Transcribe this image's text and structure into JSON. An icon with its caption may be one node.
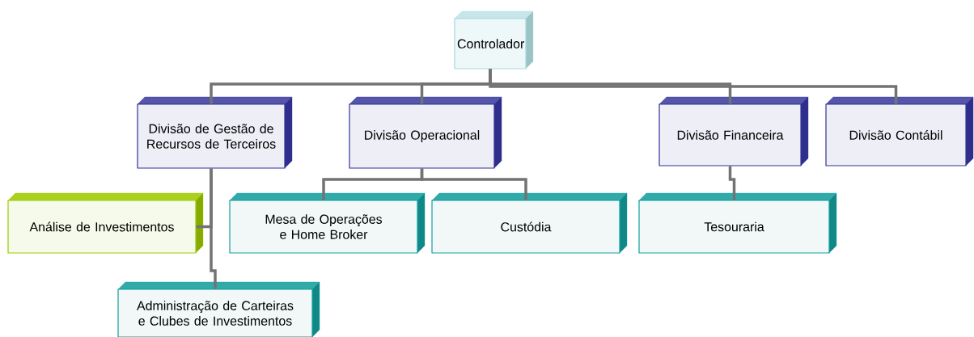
{
  "diagram": {
    "nodes": [
      {
        "text": [
          "Controlador"
        ]
      },
      {
        "text": [
          "Divisão de Gestão de Recursos de Terceiros"
        ]
      },
      {
        "text": [
          "Divisão Operacional"
        ]
      },
      {
        "text": [
          "Divisão Financeira"
        ]
      },
      {
        "text": [
          "Divisão Contábil"
        ]
      },
      {
        "text": [
          "Análise de Investimentos"
        ]
      },
      {
        "text": [
          "Mesa de Operações e Home Broker"
        ]
      },
      {
        "text": [
          "Custódia"
        ]
      },
      {
        "text": [
          "Tesouraria"
        ]
      },
      {
        "text": [
          "Administração de Carteiras e Clubes de Investimentos"
        ]
      }
    ],
    "edges": [
      {
        "from": 0,
        "to": 1,
        "arrow": "none"
      },
      {
        "from": 0,
        "to": 2,
        "arrow": "none"
      },
      {
        "from": 0,
        "to": 3,
        "arrow": "none"
      },
      {
        "from": 0,
        "to": 4,
        "arrow": "none"
      },
      {
        "from": 1,
        "to": 5,
        "arrow": "none"
      },
      {
        "from": 1,
        "to": 9,
        "arrow": "none"
      },
      {
        "from": 2,
        "to": 6,
        "arrow": "none"
      },
      {
        "from": 2,
        "to": 7,
        "arrow": "none"
      },
      {
        "from": 3,
        "to": 8,
        "arrow": "none"
      }
    ]
  }
}
